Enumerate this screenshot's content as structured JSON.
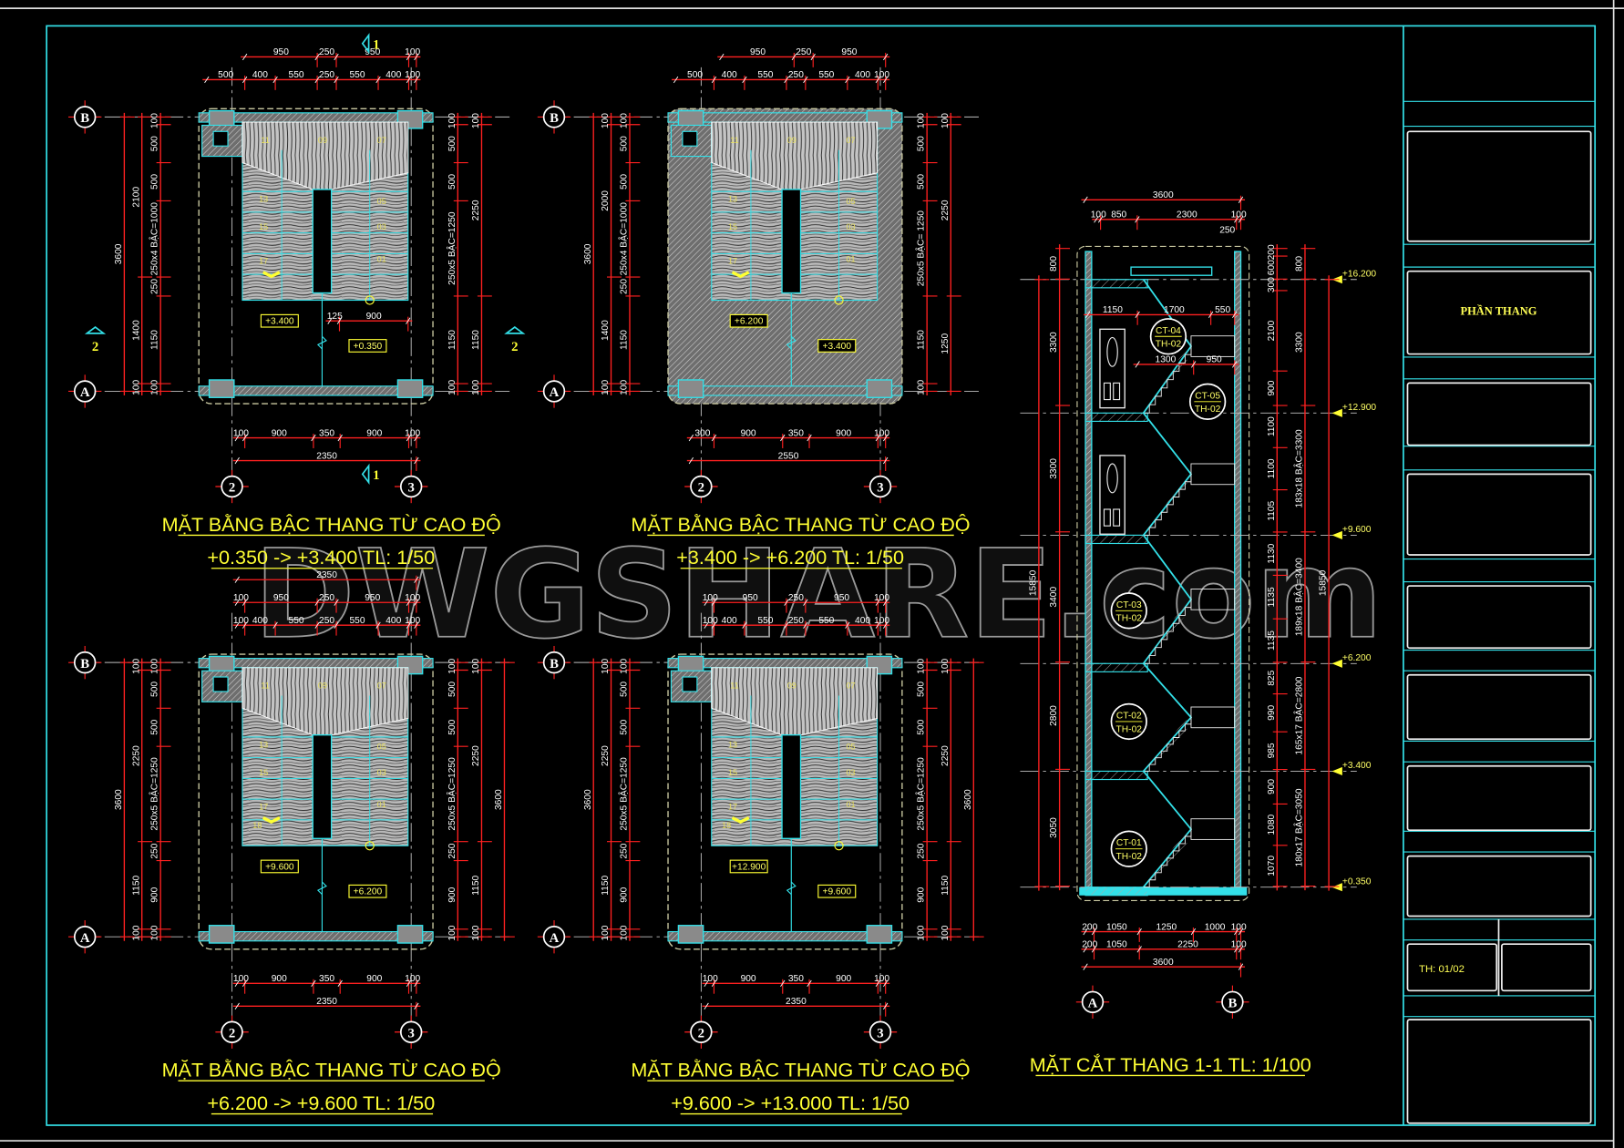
{
  "colors": {
    "dimension": "#ff2020",
    "outline": "#33e0e8",
    "text": "#ffff33",
    "grid_line": "#bfbfbf"
  },
  "watermark": "DWGSHARE.com",
  "section_marks": {
    "cut_1": "1",
    "cut_2": "2"
  },
  "plans": [
    {
      "title_line1": "MẶT BẰNG BẬC THANG TỪ CAO ĐỘ",
      "title_line2": "+0.350 -> +3.400 TL: 1/50",
      "hatched": false,
      "levels": [
        "+3.400",
        "+0.350"
      ],
      "steps": [
        "11",
        "09",
        "07",
        "13",
        "05",
        "15",
        "03",
        "17",
        "01"
      ],
      "extra_dims": [
        "125",
        "900"
      ],
      "grid": {
        "top": "B",
        "bottom": "A",
        "left": "2",
        "right": "3"
      },
      "top_rows": [
        [
          "950",
          "250",
          "950",
          "100"
        ],
        [
          "500",
          "400",
          "550",
          "250",
          "550",
          "400",
          "100"
        ]
      ],
      "bottom_rows": [
        [
          "100",
          "900",
          "350",
          "900",
          "100"
        ],
        [
          "2350"
        ]
      ],
      "left_cols": [
        [
          "3600"
        ],
        [
          "2100",
          "1400",
          "100"
        ],
        [
          "100",
          "500",
          "500",
          "250x4 BẬC=1000",
          "250",
          "1150",
          "100"
        ]
      ],
      "right_cols": [
        [
          "100",
          "500",
          "500",
          "250x5 BẬC=1250",
          "1150",
          "100"
        ],
        [
          "100",
          "2250",
          "1150",
          "100"
        ]
      ]
    },
    {
      "title_line1": "MẶT BẰNG BẬC THANG TỪ CAO ĐỘ",
      "title_line2": "+3.400 -> +6.200 TL: 1/50",
      "hatched": true,
      "levels": [
        "+6.200",
        "+3.400"
      ],
      "steps": [
        "11",
        "09",
        "07",
        "13",
        "05",
        "15",
        "03",
        "17",
        "01"
      ],
      "extra_dims": [],
      "grid": {
        "top": "B",
        "bottom": "A",
        "left": "2",
        "right": "3"
      },
      "top_rows": [
        [
          "950",
          "250",
          "950"
        ],
        [
          "500",
          "400",
          "550",
          "250",
          "550",
          "400",
          "100"
        ]
      ],
      "bottom_rows": [
        [
          "300",
          "900",
          "350",
          "900",
          "100"
        ],
        [
          "2550"
        ]
      ],
      "left_cols": [
        [
          "3600"
        ],
        [
          "100",
          "2000",
          "1400",
          "100"
        ],
        [
          "100",
          "500",
          "500",
          "250x4 BẬC=1000",
          "250",
          "1150",
          "100"
        ]
      ],
      "right_cols": [
        [
          "100",
          "500",
          "500",
          "250x5 BẬC= 1250",
          "1150",
          "100"
        ],
        [
          "100",
          "2250",
          "1250"
        ]
      ]
    },
    {
      "title_line1": "MẶT BẰNG BẬC THANG TỪ CAO ĐỘ",
      "title_line2": "+6.200 -> +9.600 TL: 1/50",
      "hatched": false,
      "levels": [
        "+9.600",
        "+6.200"
      ],
      "steps": [
        "11",
        "09",
        "07",
        "13",
        "05",
        "15",
        "03",
        "17",
        "01",
        "18"
      ],
      "extra_dims": [],
      "grid": {
        "top": "B",
        "bottom": "A",
        "left": "2",
        "right": "3"
      },
      "top_rows": [
        [
          "2350"
        ],
        [
          "100",
          "950",
          "250",
          "950",
          "100"
        ],
        [
          "100",
          "400",
          "550",
          "250",
          "550",
          "400",
          "100"
        ]
      ],
      "bottom_rows": [
        [
          "100",
          "900",
          "350",
          "900",
          "100"
        ],
        [
          "2350"
        ]
      ],
      "left_cols": [
        [
          "3600"
        ],
        [
          "100",
          "2250",
          "1150",
          "100"
        ],
        [
          "100",
          "500",
          "500",
          "250x5 BẬC=1250",
          "250",
          "900",
          "100"
        ]
      ],
      "right_cols": [
        [
          "100",
          "500",
          "500",
          "250x5 BẬC=1250",
          "250",
          "900",
          "100"
        ],
        [
          "100",
          "2250",
          "1150",
          "100"
        ],
        [
          "3600"
        ]
      ]
    },
    {
      "title_line1": "MẶT BẰNG BẬC THANG TỪ CAO ĐỘ",
      "title_line2": "+9.600 -> +13.000 TL: 1/50",
      "hatched": false,
      "levels": [
        "+12.900",
        "+9.600"
      ],
      "steps": [
        "11",
        "09",
        "07",
        "13",
        "05",
        "15",
        "03",
        "17",
        "01",
        "18"
      ],
      "extra_dims": [],
      "grid": {
        "top": "B",
        "bottom": "A",
        "left": "2",
        "right": "3"
      },
      "top_rows": [
        [
          "100",
          "950",
          "250",
          "950",
          "100"
        ],
        [
          "100",
          "400",
          "550",
          "250",
          "550",
          "400",
          "100"
        ]
      ],
      "bottom_rows": [
        [
          "100",
          "900",
          "350",
          "900",
          "100"
        ],
        [
          "2350"
        ]
      ],
      "left_cols": [
        [
          "3600"
        ],
        [
          "100",
          "2250",
          "1150",
          "100"
        ],
        [
          "100",
          "500",
          "500",
          "250x5 BẬC=1250",
          "250",
          "900",
          "100"
        ]
      ],
      "right_cols": [
        [
          "100",
          "500",
          "500",
          "250x5 BẬC=1250",
          "250",
          "900",
          "100"
        ],
        [
          "100",
          "2250",
          "1150",
          "100"
        ],
        [
          "3600"
        ]
      ]
    }
  ],
  "section": {
    "title": "MẶT CẮT THANG 1-1 TL: 1/100",
    "levels": [
      "+16.200",
      "+12.900",
      "+9.600",
      "+6.200",
      "+3.400",
      "+0.350"
    ],
    "grid": {
      "left": "A",
      "right": "B"
    },
    "top_rows": [
      [
        "3600"
      ],
      [
        "100",
        "850",
        "2300",
        "100"
      ]
    ],
    "top_extra": "250",
    "inner_dims_1": [
      "1150",
      "1700",
      "550"
    ],
    "inner_dims_2": [
      "1300",
      "950"
    ],
    "bottom_rows": [
      [
        "200",
        "1050",
        "1250",
        "1000",
        "100"
      ],
      [
        "200",
        "1050",
        "2250",
        "100"
      ],
      [
        "3600"
      ]
    ],
    "left_cols": [
      [
        "15850"
      ],
      [
        "800",
        "3300",
        "3300",
        "3400",
        "2800",
        "3050"
      ]
    ],
    "right_cols": [
      [
        "200",
        "600",
        "300",
        "2100",
        "900",
        "1100",
        "1100",
        "1105",
        "1130",
        "1135",
        "1135",
        "825",
        "990",
        "985",
        "900",
        "1080",
        "1070"
      ],
      [
        "800",
        "3300",
        "183x18 BẬC=3300",
        "189x18 BẬC=3400",
        "165x17 BẬC=2800",
        "180x17 BẬC=3050"
      ],
      [
        "15850"
      ]
    ],
    "callouts": [
      {
        "top": "CT-04",
        "bottom": "TH-02"
      },
      {
        "top": "CT-05",
        "bottom": "TH-02"
      },
      {
        "top": "CT-03",
        "bottom": "TH-02"
      },
      {
        "top": "CT-02",
        "bottom": "TH-02"
      },
      {
        "top": "CT-01",
        "bottom": "TH-02"
      }
    ]
  },
  "title_block": {
    "section_name": "PHẦN THANG",
    "sheet_number": "TH: 01/02"
  }
}
